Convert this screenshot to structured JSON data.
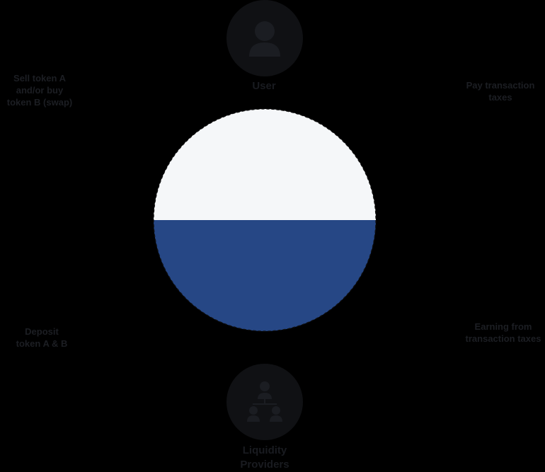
{
  "nodes": {
    "user": {
      "label": "User",
      "icon": "user-icon"
    },
    "liquidity_providers": {
      "label": "Liquidity\nProviders",
      "icon": "group-icon"
    }
  },
  "flows": {
    "user_swap": "Sell token A\nand/or buy\ntoken B (swap)",
    "user_fees": "Pay transaction\ntaxes",
    "lp_deposit": "Deposit\ntoken A & B",
    "lp_earnings": "Earning from\ntransaction taxes"
  },
  "pool": {
    "top_color": "#f5f7f9",
    "bottom_color": "#264785",
    "border_color": "#111111"
  }
}
